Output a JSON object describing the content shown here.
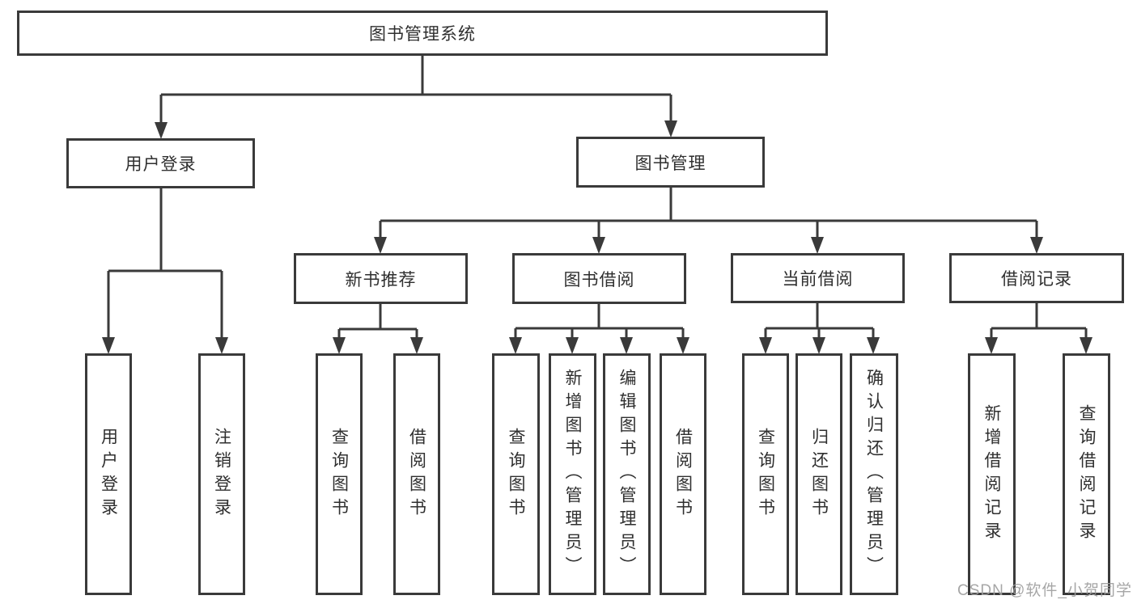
{
  "diagram": {
    "title": "图书管理系统",
    "nodes": {
      "root": {
        "label": "图书管理系统"
      },
      "user_login": {
        "label": "用户登录"
      },
      "book_mgmt": {
        "label": "图书管理"
      },
      "new_book_rec": {
        "label": "新书推荐"
      },
      "book_borrow": {
        "label": "图书借阅"
      },
      "current_borrow": {
        "label": "当前借阅"
      },
      "borrow_records": {
        "label": "借阅记录"
      },
      "leaf_user_login": {
        "label": "用户登录"
      },
      "leaf_logout": {
        "label": "注销登录"
      },
      "leaf_rec_query_books": {
        "label": "查询图书"
      },
      "leaf_rec_borrow_books": {
        "label": "借阅图书"
      },
      "leaf_bb_query_books": {
        "label": "查询图书"
      },
      "leaf_bb_add_books": {
        "label": "新增图书（管理员）"
      },
      "leaf_bb_edit_books": {
        "label": "编辑图书（管理员）"
      },
      "leaf_bb_borrow_books": {
        "label": "借阅图书"
      },
      "leaf_cb_query_books": {
        "label": "查询图书"
      },
      "leaf_cb_return_books": {
        "label": "归还图书"
      },
      "leaf_cb_confirm_return": {
        "label": "确认归还（管理员）"
      },
      "leaf_br_add_record": {
        "label": "新增借阅记录"
      },
      "leaf_br_query_record": {
        "label": "查询借阅记录"
      }
    },
    "hierarchy": {
      "root": [
        "user_login",
        "book_mgmt"
      ],
      "user_login": [
        "leaf_user_login",
        "leaf_logout"
      ],
      "book_mgmt": [
        "new_book_rec",
        "book_borrow",
        "current_borrow",
        "borrow_records"
      ],
      "new_book_rec": [
        "leaf_rec_query_books",
        "leaf_rec_borrow_books"
      ],
      "book_borrow": [
        "leaf_bb_query_books",
        "leaf_bb_add_books",
        "leaf_bb_edit_books",
        "leaf_bb_borrow_books"
      ],
      "current_borrow": [
        "leaf_cb_query_books",
        "leaf_cb_return_books",
        "leaf_cb_confirm_return"
      ],
      "borrow_records": [
        "leaf_br_add_record",
        "leaf_br_query_record"
      ]
    },
    "colors": {
      "line": "#3a3a3a",
      "text": "#2f2f2f",
      "background": "#ffffff",
      "watermark": "#9e9e9e"
    },
    "watermark": "CSDN @软件_小贺同学"
  }
}
